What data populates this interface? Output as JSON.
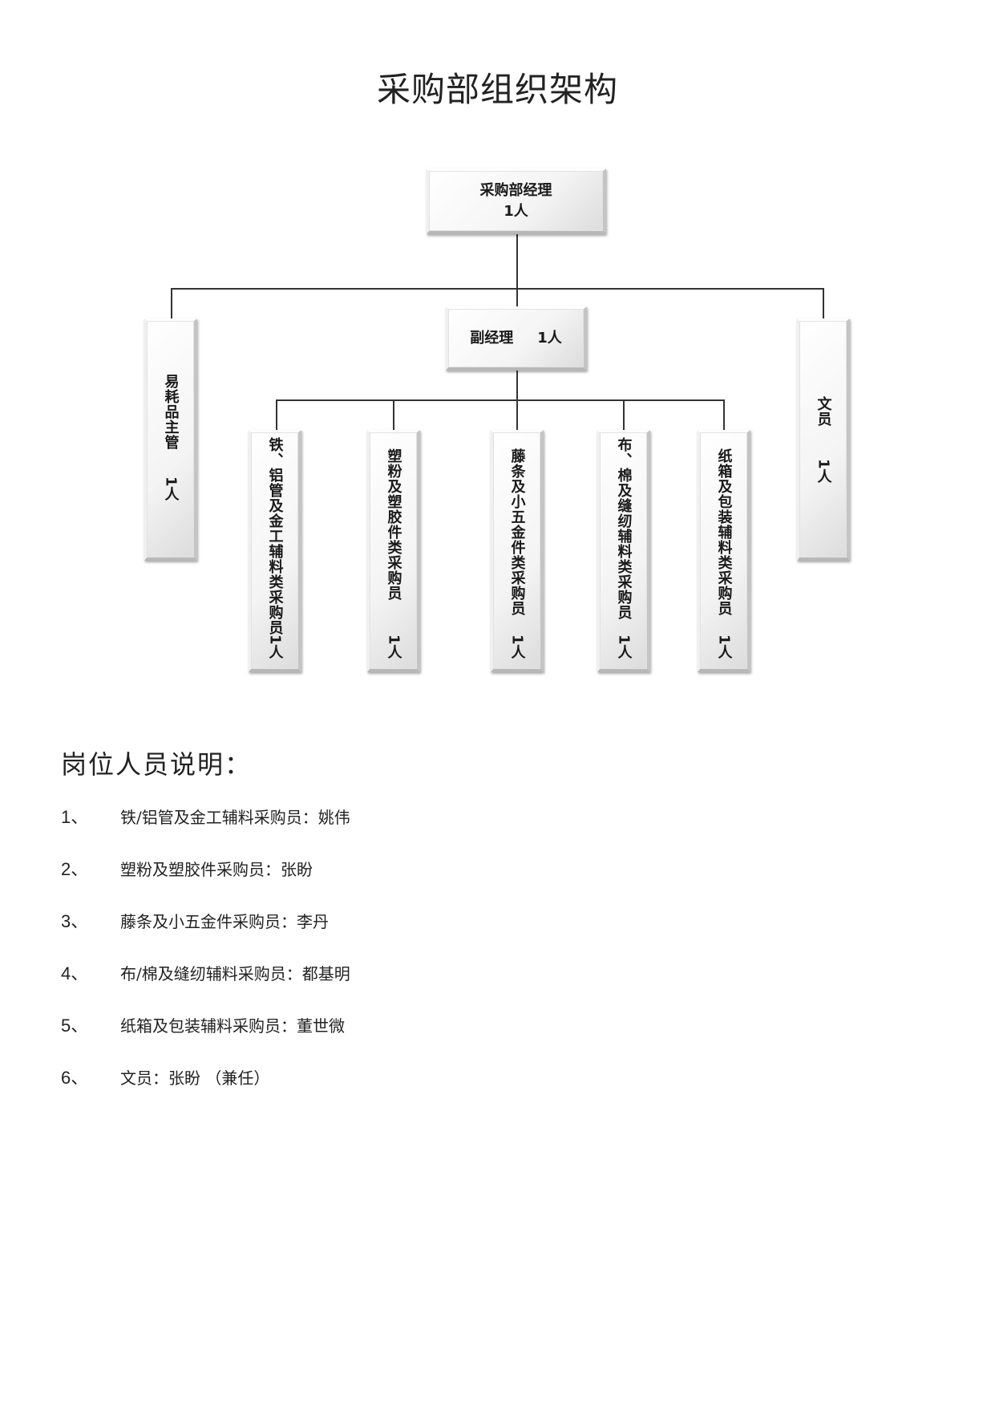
{
  "title": "采购部组织架构",
  "org": {
    "manager": {
      "title": "采购部经理",
      "count": "1人"
    },
    "deputy": {
      "title": "副经理",
      "count": "1人"
    },
    "consumables": {
      "title": "易耗品主管",
      "count": "1人"
    },
    "clerk": {
      "title": "文员",
      "count": "1人"
    },
    "buyers": [
      {
        "title": "铁、铝管及金工辅料类采购员",
        "count": "1人"
      },
      {
        "title": "塑粉及塑胶件类采购员",
        "count": "1人"
      },
      {
        "title": "藤条及小五金件类采购员",
        "count": "1人"
      },
      {
        "title": "布、棉及缝纫辅料类采购员",
        "count": "1人"
      },
      {
        "title": "纸箱及包装辅料类采购员",
        "count": "1人"
      }
    ]
  },
  "staff": {
    "heading": "岗位人员说明：",
    "items": [
      {
        "num": "1、",
        "text": "铁/铝管及金工辅料采购员：姚伟"
      },
      {
        "num": "2、",
        "text": "塑粉及塑胶件采购员：张盼"
      },
      {
        "num": "3、",
        "text": "藤条及小五金件采购员：李丹"
      },
      {
        "num": "4、",
        "text": "布/棉及缝纫辅料采购员：都基明"
      },
      {
        "num": "5、",
        "text": "纸箱及包装辅料采购员：董世微"
      },
      {
        "num": "6、",
        "text": "文员：张盼 （兼任）"
      }
    ]
  }
}
